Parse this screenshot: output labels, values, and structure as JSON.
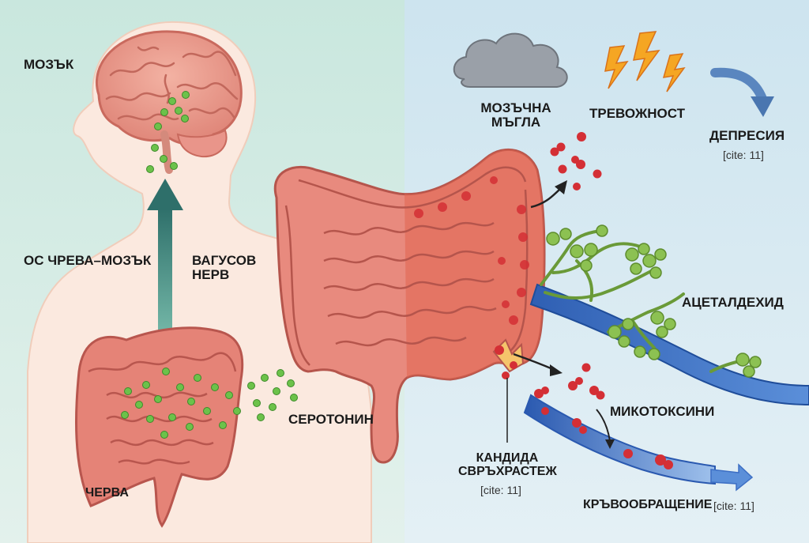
{
  "labels": {
    "brain": "МОЗЪК",
    "gut_brain_axis": "ОС ЧРЕВА–МОЗЪК",
    "vagus_line1": "ВАГУСОВ",
    "vagus_line2": "НЕРВ",
    "gut": "ЧЕРВА",
    "serotonin": "СЕРОТОНИН",
    "brain_fog_line1": "МОЗЪЧНА",
    "brain_fog_line2": "МЪГЛА",
    "anxiety": "ТРЕВОЖНОСТ",
    "depression": "ДЕПРЕСИЯ",
    "depression_cite": "[cite: 11]",
    "acetaldehyde": "АЦЕТАЛДЕХИД",
    "mycotoxins": "МИКОТОКСИНИ",
    "candida_line1": "КАНДИДА",
    "candida_line2": "СВРЪХРАСТЕЖ",
    "candida_cite": "[cite: 11]",
    "bloodstream": "КРЪВООБРАЩЕНИЕ",
    "bloodstream_cite": "[cite: 11]"
  },
  "colors": {
    "left_bg": "#cfe9e0",
    "right_bg": "#d3e8f1",
    "body_fill": "#fbe7dc",
    "intestine": "#e5837a",
    "intestine_dark": "#c85d55",
    "serotonin_dot": "#6cc24a",
    "vagus_arrow": "#2e7d74",
    "toxin_red": "#d42f35",
    "vessel_blue": "#3d6fc4",
    "fungus_green": "#8cc152",
    "cloud_gray": "#8a8f96",
    "lightning": "#f5a623",
    "curve_arrow": "#5580b8"
  }
}
